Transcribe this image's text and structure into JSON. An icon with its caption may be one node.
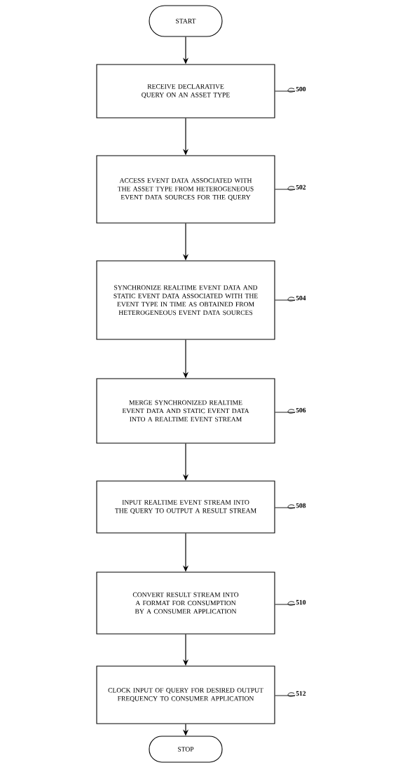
{
  "diagram": {
    "nodes": [
      {
        "text": [
          "START"
        ]
      },
      {
        "text": [
          "RECEIVE DECLARATIVE QUERY ON AN ASSET TYPE"
        ]
      },
      {
        "text": [
          "ACCESS EVENT DATA ASSOCIATED WITH THE ASSET TYPE FROM HETEROGENEOUS EVENT DATA SOURCES FOR THE QUERY"
        ]
      },
      {
        "text": [
          "SYNCHRONIZE REALTIME EVENT DATA AND STATIC EVENT DATA ASSOCIATED WITH THE EVENT TYPE IN TIME AS OBTAINED FROM HETEROGENEOUS EVENT DATA SOURCES"
        ]
      },
      {
        "text": [
          "MERGE SYNCHRONIZED REALTIME EVENT DATA AND STATIC EVENT DATA INTO A REALTIME EVENT STREAM"
        ]
      },
      {
        "text": [
          "INPUT REALTIME EVENT STREAM INTO THE QUERY TO OUTPUT A RESULT STREAM"
        ]
      },
      {
        "text": [
          "CONVERT RESULT STREAM INTO A FORMAT FOR CONSUMPTION BY A CONSUMER APPLICATION"
        ]
      },
      {
        "text": [
          "CLOCK INPUT OF QUERY FOR DESIRED OUTPUT FREQUENCY TO CONSUMER APPLICATION"
        ]
      },
      {
        "text": [
          "STOP"
        ]
      },
      {
        "text": [
          "500"
        ]
      },
      {
        "text": [
          "502"
        ]
      },
      {
        "text": [
          "504"
        ]
      },
      {
        "text": [
          "506"
        ]
      },
      {
        "text": [
          "508"
        ]
      },
      {
        "text": [
          "510"
        ]
      },
      {
        "text": [
          "512"
        ]
      }
    ],
    "edges": [
      {
        "from": 0,
        "to": 1,
        "arrow": "to"
      },
      {
        "from": 1,
        "to": 2,
        "arrow": "to"
      },
      {
        "from": 2,
        "to": 3,
        "arrow": "to"
      },
      {
        "from": 3,
        "to": 4,
        "arrow": "to"
      },
      {
        "from": 4,
        "to": 5,
        "arrow": "to"
      },
      {
        "from": 5,
        "to": 6,
        "arrow": "to"
      },
      {
        "from": 6,
        "to": 7,
        "arrow": "to"
      },
      {
        "from": 7,
        "to": 8,
        "arrow": "to"
      },
      {
        "from": 9,
        "to": 1,
        "arrow": "none"
      },
      {
        "from": 10,
        "to": 2,
        "arrow": "none"
      },
      {
        "from": 11,
        "to": 3,
        "arrow": "none"
      },
      {
        "from": 12,
        "to": 4,
        "arrow": "none"
      },
      {
        "from": 13,
        "to": 5,
        "arrow": "none"
      },
      {
        "from": 14,
        "to": 6,
        "arrow": "none"
      },
      {
        "from": 15,
        "to": 7,
        "arrow": "none"
      }
    ]
  }
}
